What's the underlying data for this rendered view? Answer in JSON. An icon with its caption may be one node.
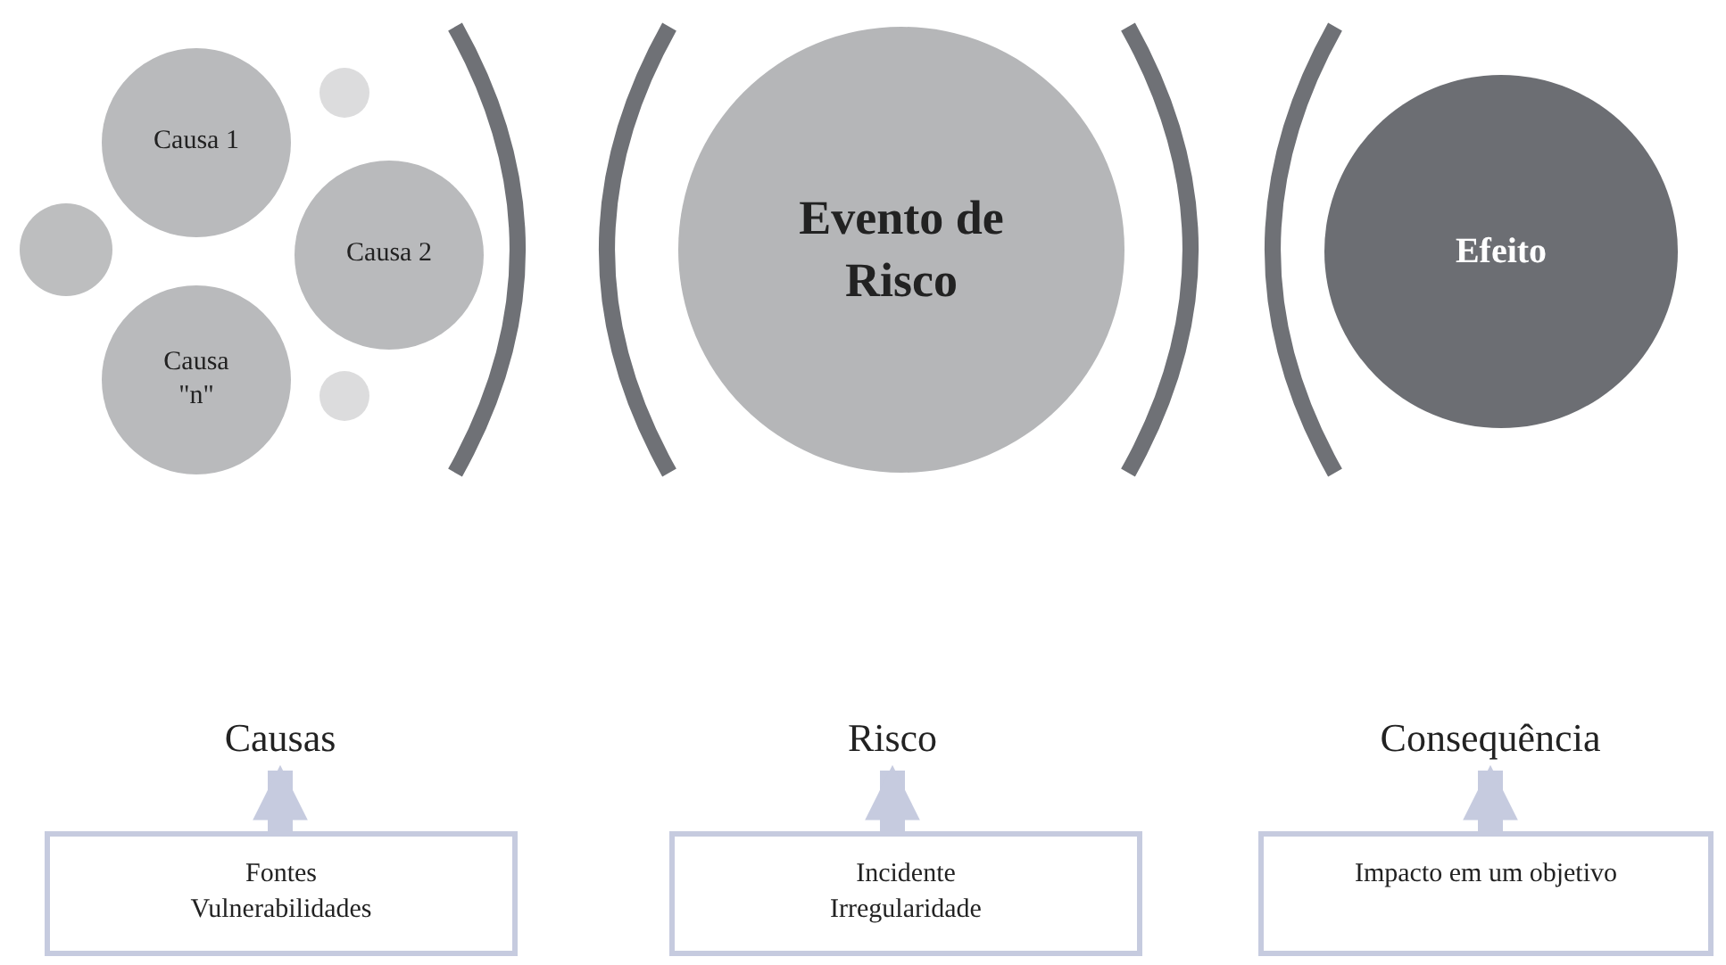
{
  "diagram": {
    "nodes": [
      {
        "text": [
          "Causa 1"
        ]
      },
      {
        "text": [
          "Causa 2"
        ]
      },
      {
        "text": [
          "Causa \"n\""
        ]
      },
      {
        "text": [],
        "shape": "circle"
      },
      {
        "text": [],
        "shape": "circle"
      },
      {
        "text": [],
        "shape": "circle"
      },
      {
        "text": [
          "Evento de Risco"
        ]
      },
      {
        "text": [
          "Efeito"
        ]
      },
      {
        "text": [
          "Causas"
        ]
      },
      {
        "text": [
          "Risco"
        ]
      },
      {
        "text": [
          "Consequência"
        ]
      },
      {
        "text": [
          "Fontes",
          "Vulnerabilidades"
        ]
      },
      {
        "text": [
          "Incidente",
          "Irregularidade"
        ]
      },
      {
        "text": [
          "Impacto em um objetivo"
        ]
      }
    ],
    "edges": [
      {
        "from": 11,
        "to": 8,
        "arrow": "to"
      },
      {
        "from": 12,
        "to": 9,
        "arrow": "to"
      },
      {
        "from": 13,
        "to": 10,
        "arrow": "to"
      }
    ]
  }
}
